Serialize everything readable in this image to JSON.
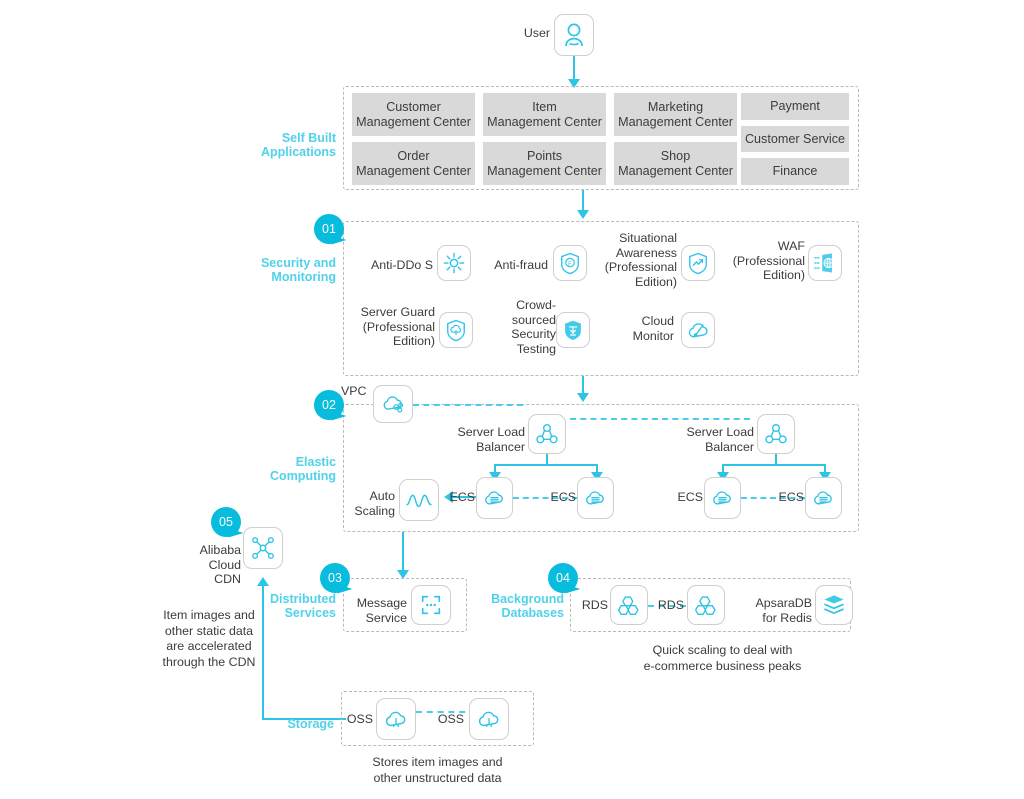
{
  "colors": {
    "accent": "#07bcdd",
    "accent_light": "#4fd2ea",
    "line": "#2ec4e8",
    "box_gray": "#d9d9d9",
    "border_gray": "#cfcfcf",
    "dash_gray": "#b9b9b9",
    "text": "#3c3c3c"
  },
  "user": {
    "label": "User",
    "icon": "user-icon"
  },
  "sections": {
    "self_built": {
      "label_line1": "Self Built",
      "label_line2": "Applications",
      "apps": [
        {
          "line1": "Customer",
          "line2": "Management Center"
        },
        {
          "line1": "Item",
          "line2": "Management Center"
        },
        {
          "line1": "Marketing",
          "line2": "Management Center"
        },
        {
          "line1": "Order",
          "line2": "Management Center"
        },
        {
          "line1": "Points",
          "line2": "Management Center"
        },
        {
          "line1": "Shop",
          "line2": "Management Center"
        }
      ],
      "side_apps": [
        {
          "label": "Payment"
        },
        {
          "label": "Customer Service"
        },
        {
          "label": "Finance"
        }
      ]
    },
    "security": {
      "badge": "01",
      "label_line1": "Security and",
      "label_line2": "Monitoring",
      "items": [
        {
          "label": "Anti-DDo S",
          "icon": "anti-ddos-icon",
          "align": "right"
        },
        {
          "label": "Anti-fraud",
          "icon": "anti-fraud-icon",
          "align": "right"
        },
        {
          "label_lines": [
            "Situational",
            "Awareness",
            "(Professional",
            "Edition)"
          ],
          "icon": "situational-awareness-icon",
          "align": "right"
        },
        {
          "label_lines": [
            "WAF",
            "(Professional",
            "Edition)"
          ],
          "icon": "waf-icon",
          "align": "right"
        },
        {
          "label_lines": [
            "Server Guard",
            "(Professional",
            "Edition)"
          ],
          "icon": "server-guard-icon",
          "align": "right"
        },
        {
          "label_lines": [
            "Crowd-",
            "sourced",
            "Security",
            "Testing"
          ],
          "icon": "crowd-security-icon",
          "align": "right"
        },
        {
          "label_lines": [
            "Cloud",
            "Monitor"
          ],
          "icon": "cloud-monitor-icon",
          "align": "right"
        }
      ]
    },
    "elastic": {
      "badge": "02",
      "label_line1": "Elastic",
      "label_line2": "Computing",
      "vpc_label": "VPC",
      "vpc_icon": "vpc-icon",
      "slb_left": {
        "line1": "Server Load",
        "line2": "Balancer",
        "icon": "slb-icon"
      },
      "slb_right": {
        "line1": "Server Load",
        "line2": "Balancer",
        "icon": "slb-icon"
      },
      "auto_scaling": {
        "line1": "Auto",
        "line2": "Scaling",
        "icon": "auto-scaling-icon"
      },
      "ecs": [
        {
          "label": "ECS",
          "icon": "ecs-icon"
        },
        {
          "label": "ECS",
          "icon": "ecs-icon"
        },
        {
          "label": "ECS",
          "icon": "ecs-icon"
        },
        {
          "label": "ECS",
          "icon": "ecs-icon"
        }
      ]
    },
    "cdn": {
      "badge": "05",
      "label_lines": [
        "Alibaba",
        "Cloud",
        "CDN"
      ],
      "icon": "cdn-icon",
      "caption_lines": [
        "Item images and",
        "other static data",
        "are accelerated",
        "through the CDN"
      ]
    },
    "distributed": {
      "badge": "03",
      "label_line1": "Distributed",
      "label_line2": "Services",
      "service": {
        "line1": "Message",
        "line2": "Service",
        "icon": "message-service-icon"
      }
    },
    "databases": {
      "badge": "04",
      "label_line1": "Background",
      "label_line2": "Databases",
      "items": [
        {
          "label": "RDS",
          "icon": "rds-icon"
        },
        {
          "label": "RDS",
          "icon": "rds-icon"
        },
        {
          "label_lines": [
            "ApsaraDB",
            "for Redis"
          ],
          "icon": "redis-icon"
        }
      ],
      "caption_lines": [
        "Quick scaling to deal with",
        "e-commerce business peaks"
      ]
    },
    "storage": {
      "label": "Storage",
      "items": [
        {
          "label": "OSS",
          "icon": "oss-icon"
        },
        {
          "label": "OSS",
          "icon": "oss-icon"
        }
      ],
      "caption_lines": [
        "Stores item images and",
        "other unstructured data"
      ]
    }
  }
}
